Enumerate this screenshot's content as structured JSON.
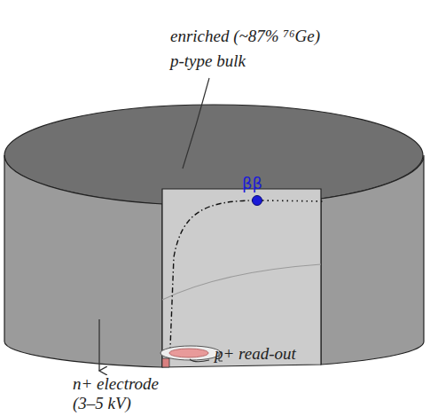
{
  "diagram": {
    "labels": [
      "enriched (~87% ⁷⁶Ge)",
      "p-type bulk",
      "ββ",
      "p+ read-out",
      "n+ electrode",
      "(3–5 kV)"
    ]
  }
}
